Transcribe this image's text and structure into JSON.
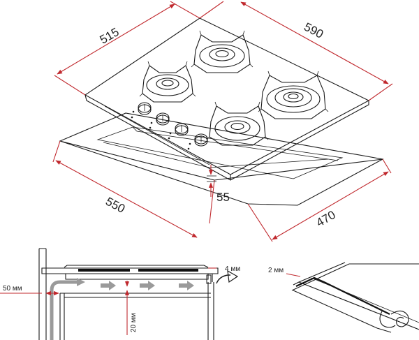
{
  "hob_dimensions": {
    "depth": "515",
    "width": "590",
    "cutout_width": "550",
    "cutout_depth": "470",
    "height_below": "55"
  },
  "installation_detail": {
    "side_gap": "50 мм",
    "air_gap": "20 мм",
    "front_gap": "4 мм"
  },
  "seal_detail": {
    "seal_thickness": "2 мм"
  },
  "colors": {
    "dimension_line": "#c0282d",
    "airflow_arrow": "#9a9a9a",
    "outline": "#1a1a1a"
  }
}
